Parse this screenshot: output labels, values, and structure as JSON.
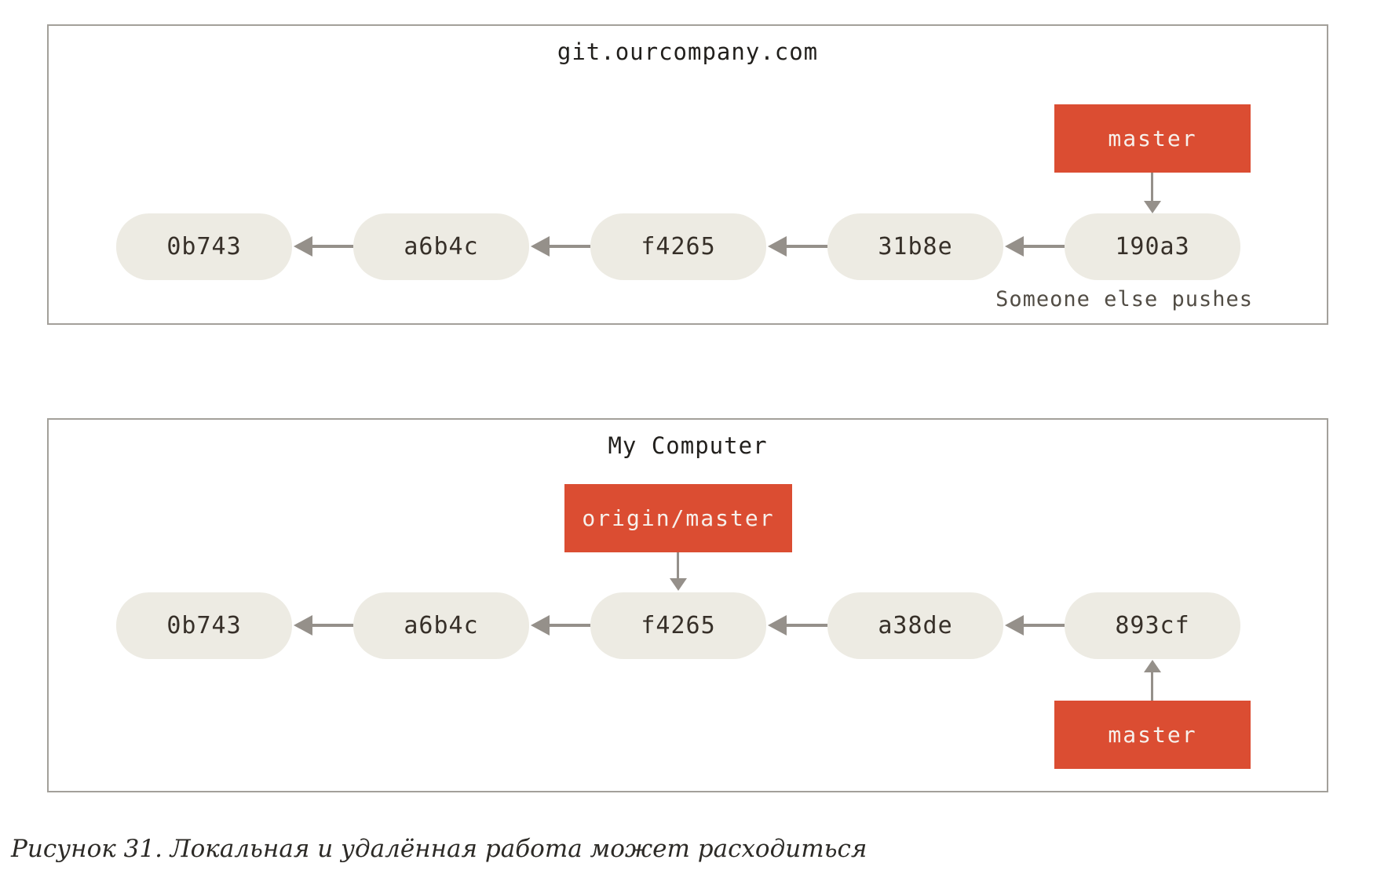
{
  "figure": {
    "remote": {
      "title": "git.ourcompany.com",
      "branch_label": "master",
      "commits": [
        "0b743",
        "a6b4c",
        "f4265",
        "31b8e",
        "190a3"
      ],
      "note": "Someone else pushes"
    },
    "local": {
      "title": "My Computer",
      "remote_ref_label": "origin/master",
      "branch_label": "master",
      "commits": [
        "0b743",
        "a6b4c",
        "f4265",
        "a38de",
        "893cf"
      ]
    },
    "caption": "Рисунок 31. Локальная и удалённая работа может расходиться",
    "colors": {
      "ref_box": "#DB4D32",
      "commit_node": "#EDEBE3",
      "arrow": "#95908A",
      "frame_border": "#A3A09A"
    }
  }
}
